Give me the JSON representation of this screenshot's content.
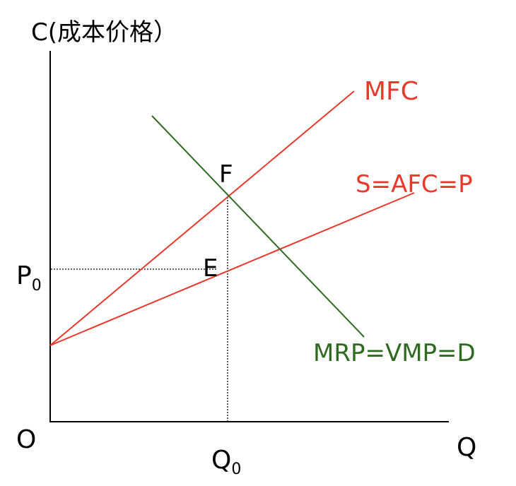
{
  "labels": {
    "y_axis": "C(成本价格）",
    "x_axis": "Q",
    "origin": "O",
    "p0_main": "P",
    "p0_sub": "0",
    "q0_main": "Q",
    "q0_sub": "0",
    "point_f": "F",
    "point_e": "E",
    "mfc": "MFC",
    "supply": "S=AFC=P",
    "demand": "MRP=VMP=D"
  },
  "colors": {
    "axis": "#000000",
    "cost_curves": "#e8392c",
    "demand_curve": "#2e6a1f",
    "text": "#000000"
  }
}
